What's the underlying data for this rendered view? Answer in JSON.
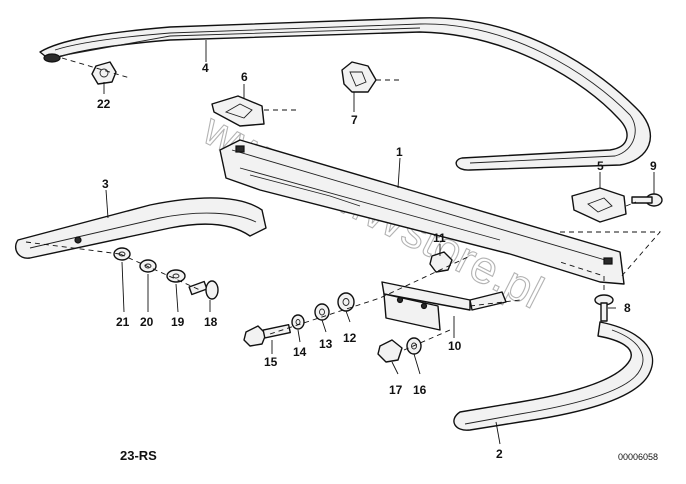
{
  "diagram": {
    "watermark": "www.BMWstore.pl",
    "group_code": "23-RS",
    "diagram_id": "00006058",
    "callouts": {
      "p1": "1",
      "p2": "2",
      "p3": "3",
      "p4": "4",
      "p5": "5",
      "p6": "6",
      "p7": "7",
      "p8": "8",
      "p9": "9",
      "p10": "10",
      "p11": "11",
      "p12": "12",
      "p13": "13",
      "p14": "14",
      "p15": "15",
      "p16": "16",
      "p17": "17",
      "p18": "18",
      "p19": "19",
      "p20": "20",
      "p21": "21",
      "p22": "22"
    }
  }
}
